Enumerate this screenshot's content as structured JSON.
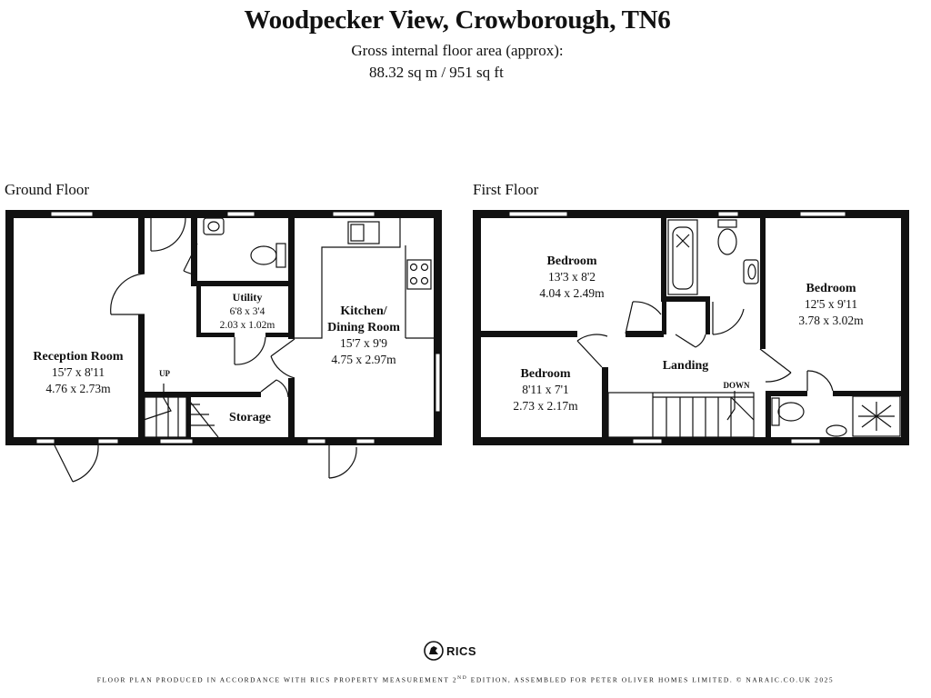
{
  "title": "Woodpecker View, Crowborough, TN6",
  "subtitle": "Gross internal floor area (approx):",
  "area": "88.32 sq m / 951 sq ft",
  "floors": {
    "ground": {
      "label": "Ground Floor",
      "stair_up": "UP",
      "rooms": {
        "reception": {
          "name": "Reception Room",
          "imperial": "15'7 x 8'11",
          "metric": "4.76 x 2.73m"
        },
        "utility": {
          "name": "Utility",
          "imperial": "6'8 x 3'4",
          "metric": "2.03 x 1.02m"
        },
        "kitchen": {
          "name_line1": "Kitchen/",
          "name_line2": "Dining Room",
          "imperial": "15'7 x 9'9",
          "metric": "4.75 x 2.97m"
        },
        "storage": {
          "name": "Storage"
        }
      }
    },
    "first": {
      "label": "First Floor",
      "stair_down": "DOWN",
      "rooms": {
        "bedroom1": {
          "name": "Bedroom",
          "imperial": "13'3 x 8'2",
          "metric": "4.04 x 2.49m"
        },
        "bedroom2": {
          "name": "Bedroom",
          "imperial": "12'5 x 9'11",
          "metric": "3.78 x 3.02m"
        },
        "bedroom3": {
          "name": "Bedroom",
          "imperial": "8'11 x 7'1",
          "metric": "2.73 x 2.17m"
        },
        "landing": {
          "name": "Landing"
        }
      }
    }
  },
  "logo": "RICS",
  "footer": {
    "text_before": "FLOOR PLAN PRODUCED IN ACCORDANCE WITH RICS PROPERTY MEASUREMENT 2",
    "superscript": "ND",
    "text_after": " EDITION, ASSEMBLED FOR PETER OLIVER HOMES LIMITED. © NARAIC.CO.UK 2025"
  },
  "colors": {
    "wall": "#111111",
    "window": "#ffffff",
    "text": "#111111",
    "background": "#ffffff"
  }
}
